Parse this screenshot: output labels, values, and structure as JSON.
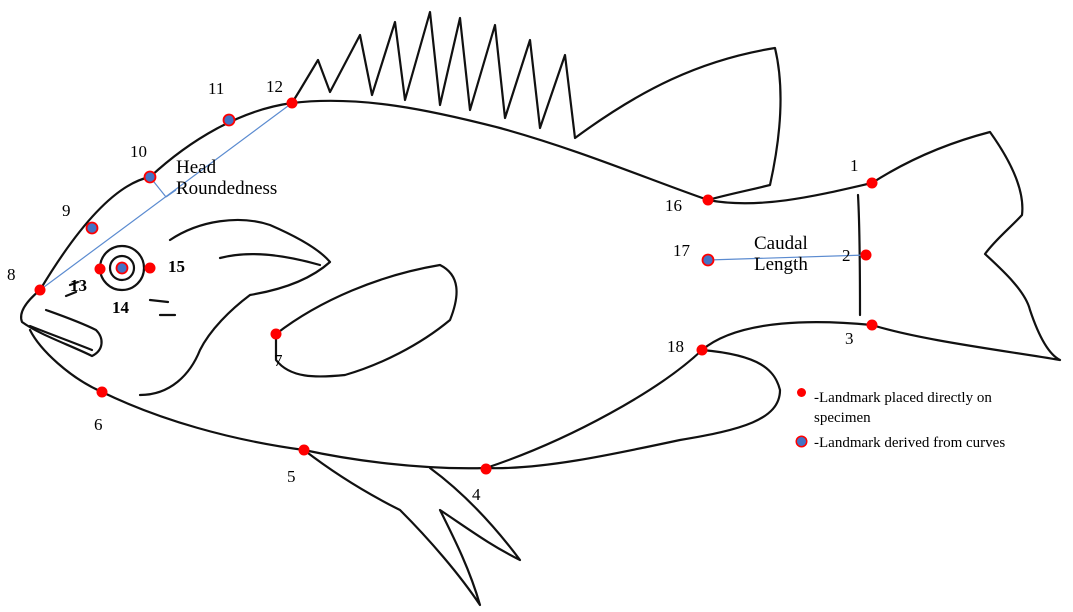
{
  "colors": {
    "direct_landmark": "#ff0000",
    "curve_landmark_fill": "#4472c4",
    "curve_landmark_ring": "#ff0000",
    "measure_line": "#5b8bd0",
    "outline": "#111111"
  },
  "landmarks": [
    {
      "id": "1",
      "kind": "direct"
    },
    {
      "id": "2",
      "kind": "direct"
    },
    {
      "id": "3",
      "kind": "direct"
    },
    {
      "id": "4",
      "kind": "direct"
    },
    {
      "id": "5",
      "kind": "direct"
    },
    {
      "id": "6",
      "kind": "direct"
    },
    {
      "id": "7",
      "kind": "direct"
    },
    {
      "id": "8",
      "kind": "direct"
    },
    {
      "id": "9",
      "kind": "curve"
    },
    {
      "id": "10",
      "kind": "curve"
    },
    {
      "id": "11",
      "kind": "curve"
    },
    {
      "id": "12",
      "kind": "direct"
    },
    {
      "id": "13",
      "kind": "direct"
    },
    {
      "id": "14",
      "kind": "curve"
    },
    {
      "id": "15",
      "kind": "direct"
    },
    {
      "id": "16",
      "kind": "direct"
    },
    {
      "id": "17",
      "kind": "curve"
    },
    {
      "id": "18",
      "kind": "direct"
    }
  ],
  "annotations": {
    "head_line1": "Head",
    "head_line2": "Roundedness",
    "caudal_line1": "Caudal",
    "caudal_line2": "Length"
  },
  "legend": {
    "direct_line1": "-Landmark placed directly on",
    "direct_line2": "specimen",
    "curve": "-Landmark derived from curves"
  }
}
